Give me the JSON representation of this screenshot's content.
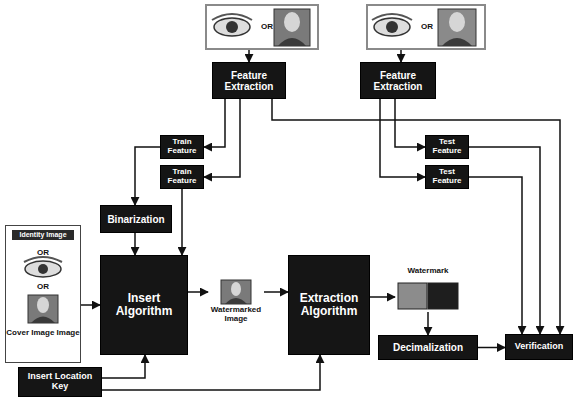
{
  "diagram": {
    "nodes": [
      {
        "text": [
          "OR"
        ]
      },
      {
        "text": [
          "OR"
        ]
      },
      {
        "text": [
          "Feature Extraction"
        ]
      },
      {
        "text": [
          "Feature Extraction"
        ]
      },
      {
        "text": [
          "Train Feature"
        ]
      },
      {
        "text": [
          "Train Feature"
        ]
      },
      {
        "text": [
          "Test Feature"
        ]
      },
      {
        "text": [
          "Test Feature"
        ]
      },
      {
        "text": [
          "Binarization"
        ]
      },
      {
        "text": [
          "Identity Image",
          "OR",
          "OR",
          "Cover Image Image"
        ]
      },
      {
        "text": [
          "Insert Algorithm"
        ]
      },
      {
        "text": [
          "Watermarked Image"
        ]
      },
      {
        "text": [
          "Extraction Algorithm"
        ]
      },
      {
        "text": [
          "Watermark"
        ]
      },
      {
        "text": [
          "Decimalization"
        ]
      },
      {
        "text": [
          "Verification"
        ]
      },
      {
        "text": [
          "Insert Location Key"
        ]
      }
    ],
    "edges": [
      {
        "from": 0,
        "to": 2,
        "arrow": "to"
      },
      {
        "from": 1,
        "to": 3,
        "arrow": "to"
      },
      {
        "from": 2,
        "to": 4,
        "arrow": "to"
      },
      {
        "from": 2,
        "to": 5,
        "arrow": "to"
      },
      {
        "from": 2,
        "to": 15,
        "arrow": "to"
      },
      {
        "from": 3,
        "to": 6,
        "arrow": "to"
      },
      {
        "from": 3,
        "to": 7,
        "arrow": "to"
      },
      {
        "from": 6,
        "to": 15,
        "arrow": "to"
      },
      {
        "from": 7,
        "to": 15,
        "arrow": "to"
      },
      {
        "from": 4,
        "to": 8,
        "arrow": "to"
      },
      {
        "from": 5,
        "to": 10,
        "arrow": "to"
      },
      {
        "from": 8,
        "to": 10,
        "arrow": "to"
      },
      {
        "from": 9,
        "to": 10,
        "arrow": "to"
      },
      {
        "from": 10,
        "to": 11,
        "arrow": "to"
      },
      {
        "from": 11,
        "to": 12,
        "arrow": "to"
      },
      {
        "from": 12,
        "to": 13,
        "arrow": "to"
      },
      {
        "from": 13,
        "to": 14,
        "arrow": "to"
      },
      {
        "from": 14,
        "to": 15,
        "arrow": "to"
      },
      {
        "from": 16,
        "to": 10,
        "arrow": "to"
      },
      {
        "from": 16,
        "to": 12,
        "arrow": "to"
      }
    ]
  }
}
